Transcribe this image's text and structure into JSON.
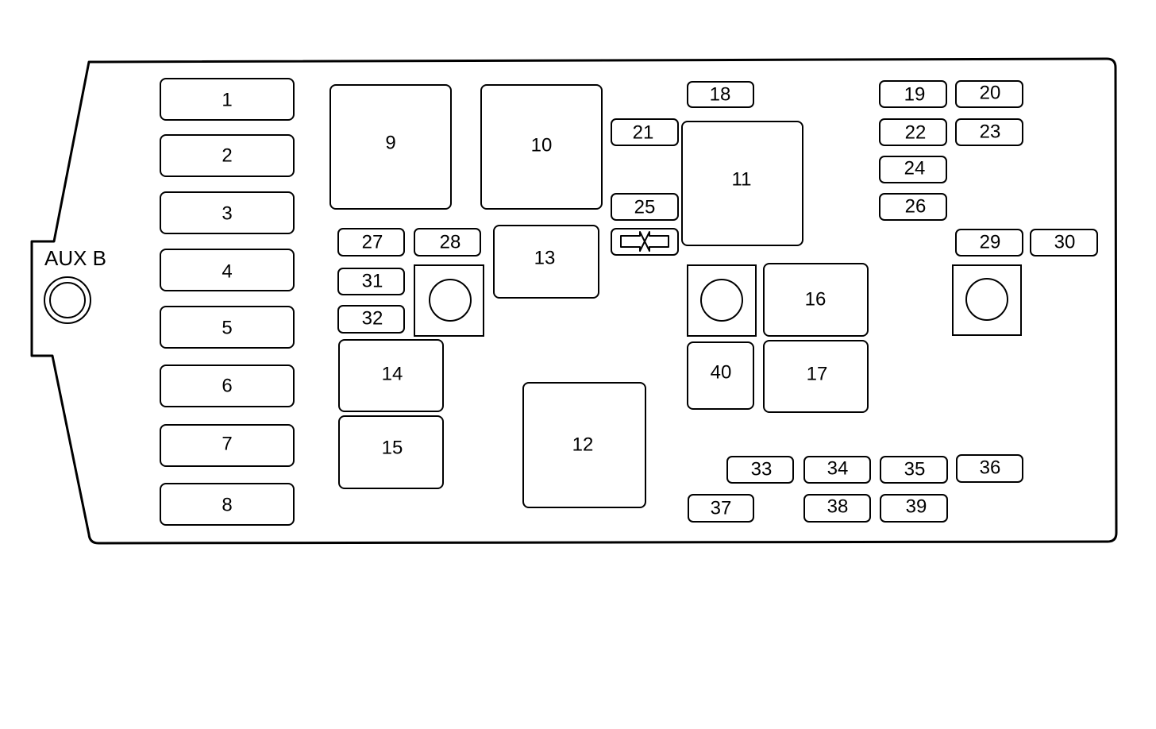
{
  "panel": {
    "aux_label": "AUX B",
    "fuses": [
      "1",
      "2",
      "3",
      "4",
      "5",
      "6",
      "7",
      "8"
    ],
    "relays_large": [
      "9",
      "10",
      "11",
      "12"
    ],
    "relays_medium": [
      "13",
      "14",
      "15",
      "16",
      "17",
      "40"
    ],
    "mini_fuses": [
      "18",
      "19",
      "20",
      "21",
      "22",
      "23",
      "24",
      "25",
      "26",
      "27",
      "28",
      "29",
      "30",
      "31",
      "32",
      "33",
      "34",
      "35",
      "36",
      "37",
      "38",
      "39"
    ],
    "icons": [
      "fuse-puller-icon",
      "terminal-stud-icon"
    ]
  }
}
